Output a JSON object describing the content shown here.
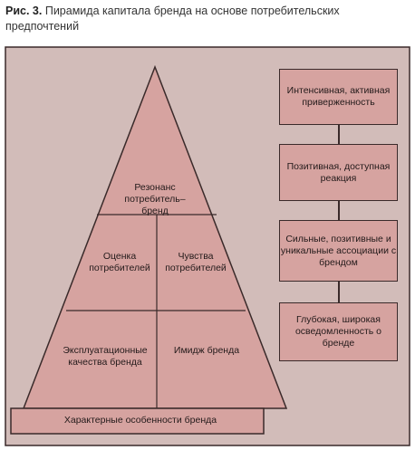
{
  "caption": {
    "figure_label": "Рис. 3.",
    "text": " Пирамида капитала бренда на основе потребительских предпочтений"
  },
  "pyramid": {
    "top": "Резонанс потребитель–бренд",
    "level2_left": "Оценка потребителей",
    "level2_right": "Чувства потребителей",
    "level3_left": "Эксплуатационные качества бренда",
    "level3_right": "Имидж бренда",
    "base": "Характерные особенности бренда"
  },
  "ladder": {
    "boxes": [
      "Интенсивная, активная приверженность",
      "Позитивная, доступная реакция",
      "Сильные, позитивные и уникальные ассоциации с брендом",
      "Глубокая, широкая осведомленность о бренде"
    ]
  },
  "colors": {
    "fill": "#d6a3a0",
    "stroke": "#3a2a2a",
    "frame_bg": "#d2bcb9",
    "text": "#231a1a"
  }
}
